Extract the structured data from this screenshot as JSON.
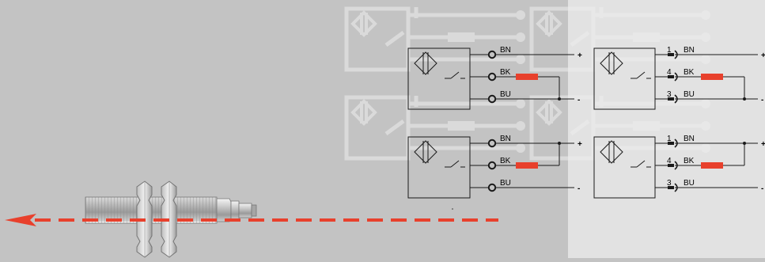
{
  "colors": {
    "background_left": "#c3c3c3",
    "background_right": "#e2e2e2",
    "ghost_lines": "#eeeeee",
    "wire": "#1a1a1a",
    "resistor": "#e8402c",
    "beam": "#e8402c"
  },
  "circuits": {
    "left_top": {
      "wires": [
        {
          "color": "BN",
          "polarity": "+"
        },
        {
          "color": "BK",
          "polarity": ""
        },
        {
          "color": "BU",
          "polarity": "-"
        }
      ]
    },
    "left_bottom": {
      "wires": [
        {
          "color": "BN",
          "polarity": "+"
        },
        {
          "color": "BK",
          "polarity": ""
        },
        {
          "color": "BU",
          "polarity": "-"
        }
      ]
    },
    "right_top": {
      "wires": [
        {
          "pin": "1",
          "color": "BN",
          "polarity": "+"
        },
        {
          "pin": "4",
          "color": "BK",
          "polarity": ""
        },
        {
          "pin": "3",
          "color": "BU",
          "polarity": "-"
        }
      ]
    },
    "right_bottom": {
      "wires": [
        {
          "pin": "1",
          "color": "BN",
          "polarity": "+"
        },
        {
          "pin": "4",
          "color": "BK",
          "polarity": ""
        },
        {
          "pin": "3",
          "color": "BU",
          "polarity": "-"
        }
      ]
    }
  },
  "sensor_icon": "inductive-proximity-sensor-icon",
  "beam_icon": "detection-direction-arrow-icon"
}
